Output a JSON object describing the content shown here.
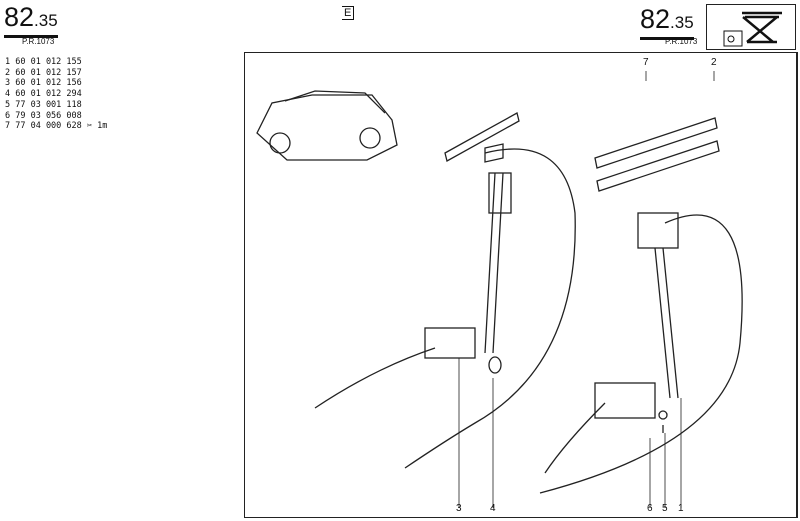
{
  "header": {
    "page_number_main": "82",
    "page_number_sub": ".35",
    "pr_code": "P.R.1073",
    "language_mark": "E"
  },
  "parts_list": [
    "1 60 01 012 155",
    "2 60 01 012 157",
    "3 60 01 012 156",
    "4 60 01 012 294",
    "5 77 03 001 118",
    "6 79 03 056 008",
    "7 77 04 000 628 ✂ 1m"
  ],
  "callouts": {
    "top": [
      "7",
      "2"
    ],
    "bottom": [
      "3",
      "4",
      "6",
      "5",
      "1"
    ]
  }
}
